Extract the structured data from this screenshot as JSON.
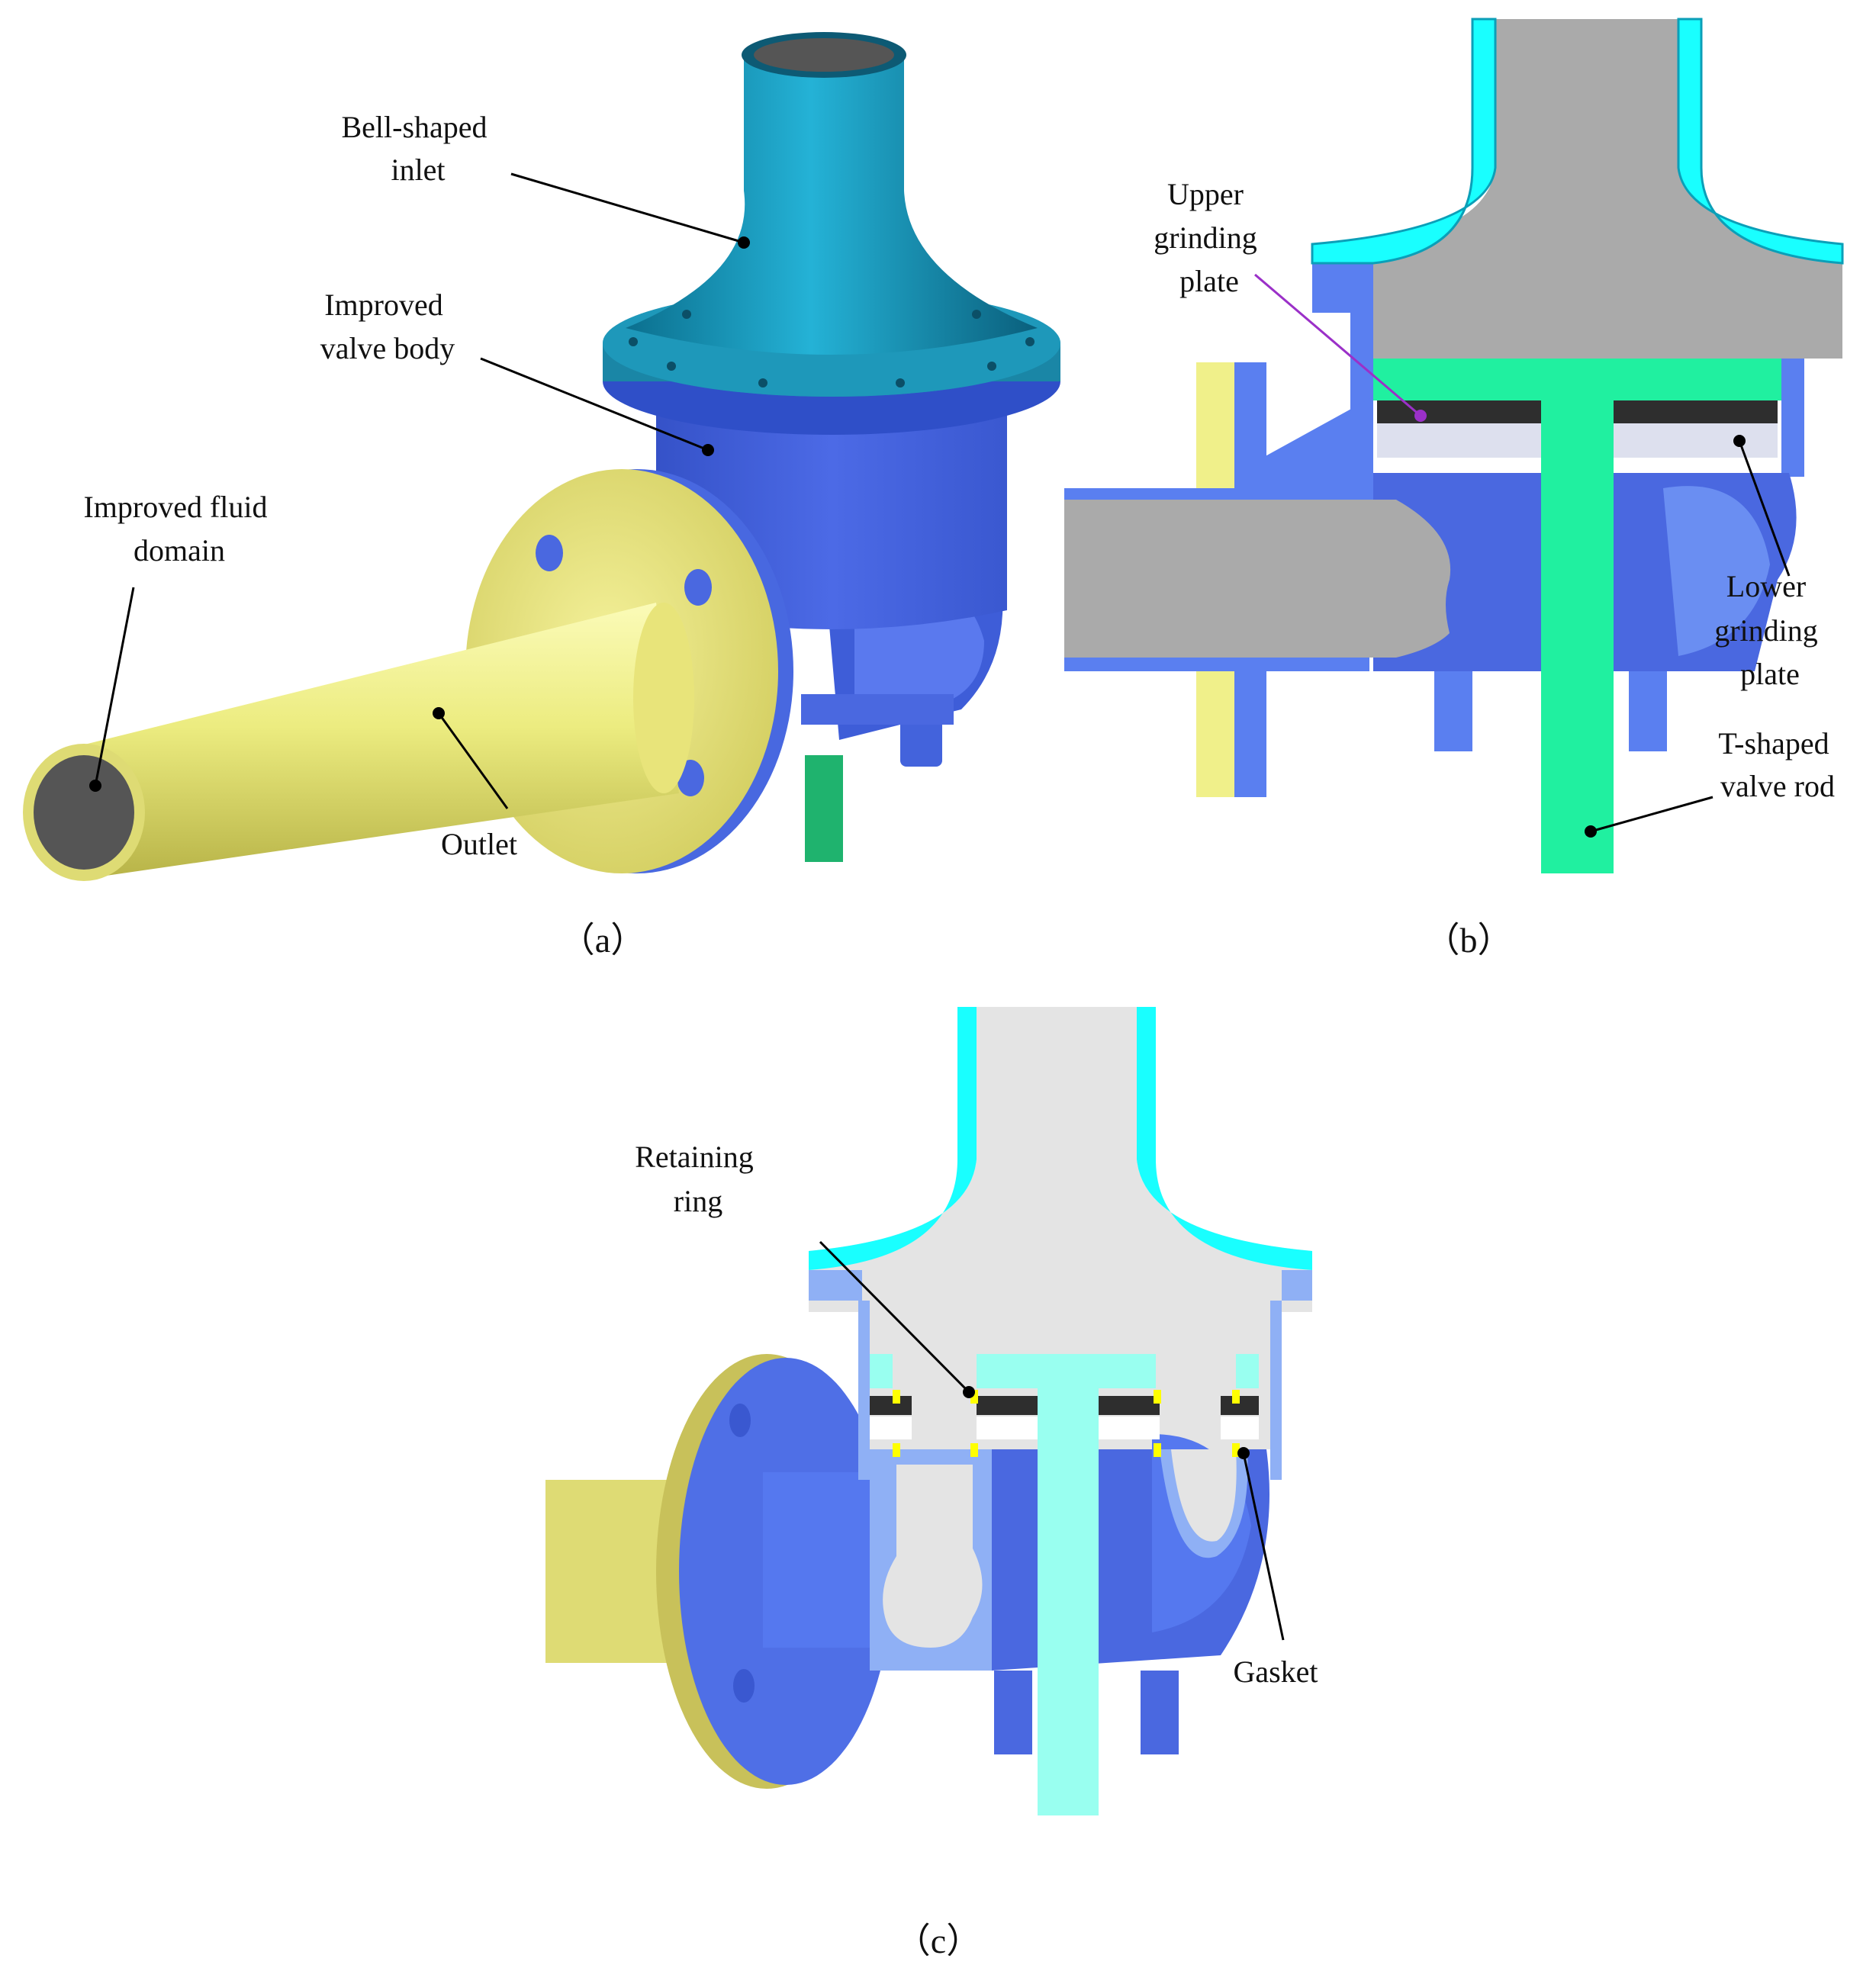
{
  "colors": {
    "inlet_teal": "#1596b8",
    "inlet_cyan": "#19ffff",
    "body_blue": "#5a7ff0",
    "body_light_blue": "#8fb0f5",
    "outlet_yellow": "#f0f08a",
    "fluid_gray": "#aaaaaa",
    "fluid_light_gray": "#e4e4e4",
    "rod_green": "#20f0a0",
    "rod_light_cyan": "#99fff0",
    "plate_dark": "#2e2e2e",
    "retaining_yellow": "#ffff00",
    "leader_purple": "#9b30c8"
  },
  "panel_a": {
    "caption": "（a）",
    "labels": {
      "bell_inlet": [
        "Bell-shaped",
        "inlet"
      ],
      "valve_body": [
        "Improved",
        "valve body"
      ],
      "fluid_domain": [
        "Improved fluid",
        "domain"
      ],
      "outlet": [
        "Outlet"
      ]
    }
  },
  "panel_b": {
    "caption": "（b）",
    "labels": {
      "upper_plate": [
        "Upper",
        "grinding",
        "plate"
      ],
      "lower_plate": [
        "Lower",
        "grinding",
        "plate"
      ],
      "valve_rod": [
        "T-shaped",
        "valve rod"
      ]
    }
  },
  "panel_c": {
    "caption": "（c）",
    "labels": {
      "retaining_ring": [
        "Retaining",
        "ring"
      ],
      "gasket": [
        "Gasket"
      ]
    }
  }
}
